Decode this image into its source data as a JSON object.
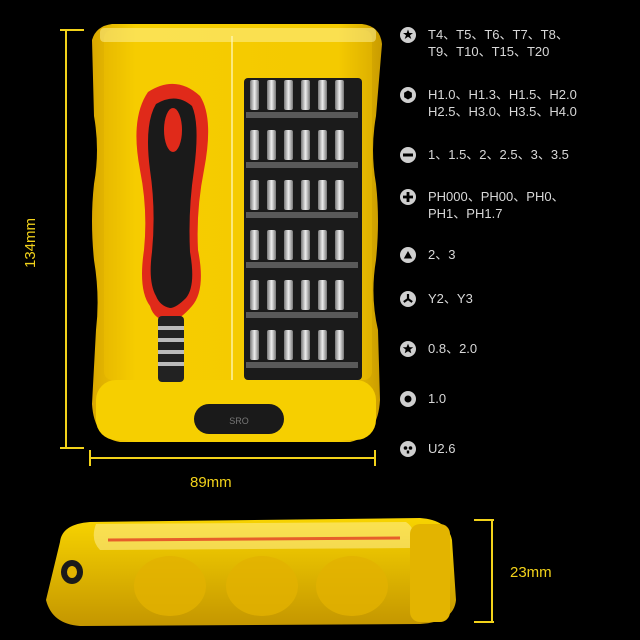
{
  "dimensions": {
    "height": "134mm",
    "width": "89mm",
    "depth": "23mm"
  },
  "colors": {
    "case_yellow": "#f2c400",
    "dimension_line": "#f2d21a",
    "handle_red": "#e02a1a",
    "text": "#d8d8d8"
  },
  "case_label": "SRO",
  "specs": [
    {
      "icon": "torx-icon",
      "lines": [
        "T4、T5、T6、T7、T8、",
        "T9、T10、T15、T20"
      ]
    },
    {
      "icon": "hex-icon",
      "lines": [
        "H1.0、H1.3、H1.5、H2.0",
        "H2.5、H3.0、H3.5、H4.0"
      ]
    },
    {
      "icon": "slotted-icon",
      "lines": [
        "1、1.5、2、2.5、3、3.5"
      ]
    },
    {
      "icon": "phillips-icon",
      "lines": [
        "PH000、PH00、PH0、",
        "PH1、PH1.7"
      ]
    },
    {
      "icon": "triangle-icon",
      "lines": [
        "2、3"
      ]
    },
    {
      "icon": "tri-wing-icon",
      "lines": [
        "Y2、Y3"
      ]
    },
    {
      "icon": "pentalobe-icon",
      "lines": [
        "0.8、2.0"
      ]
    },
    {
      "icon": "round-icon",
      "lines": [
        "1.0"
      ]
    },
    {
      "icon": "u-type-icon",
      "lines": [
        "U2.6"
      ]
    }
  ]
}
